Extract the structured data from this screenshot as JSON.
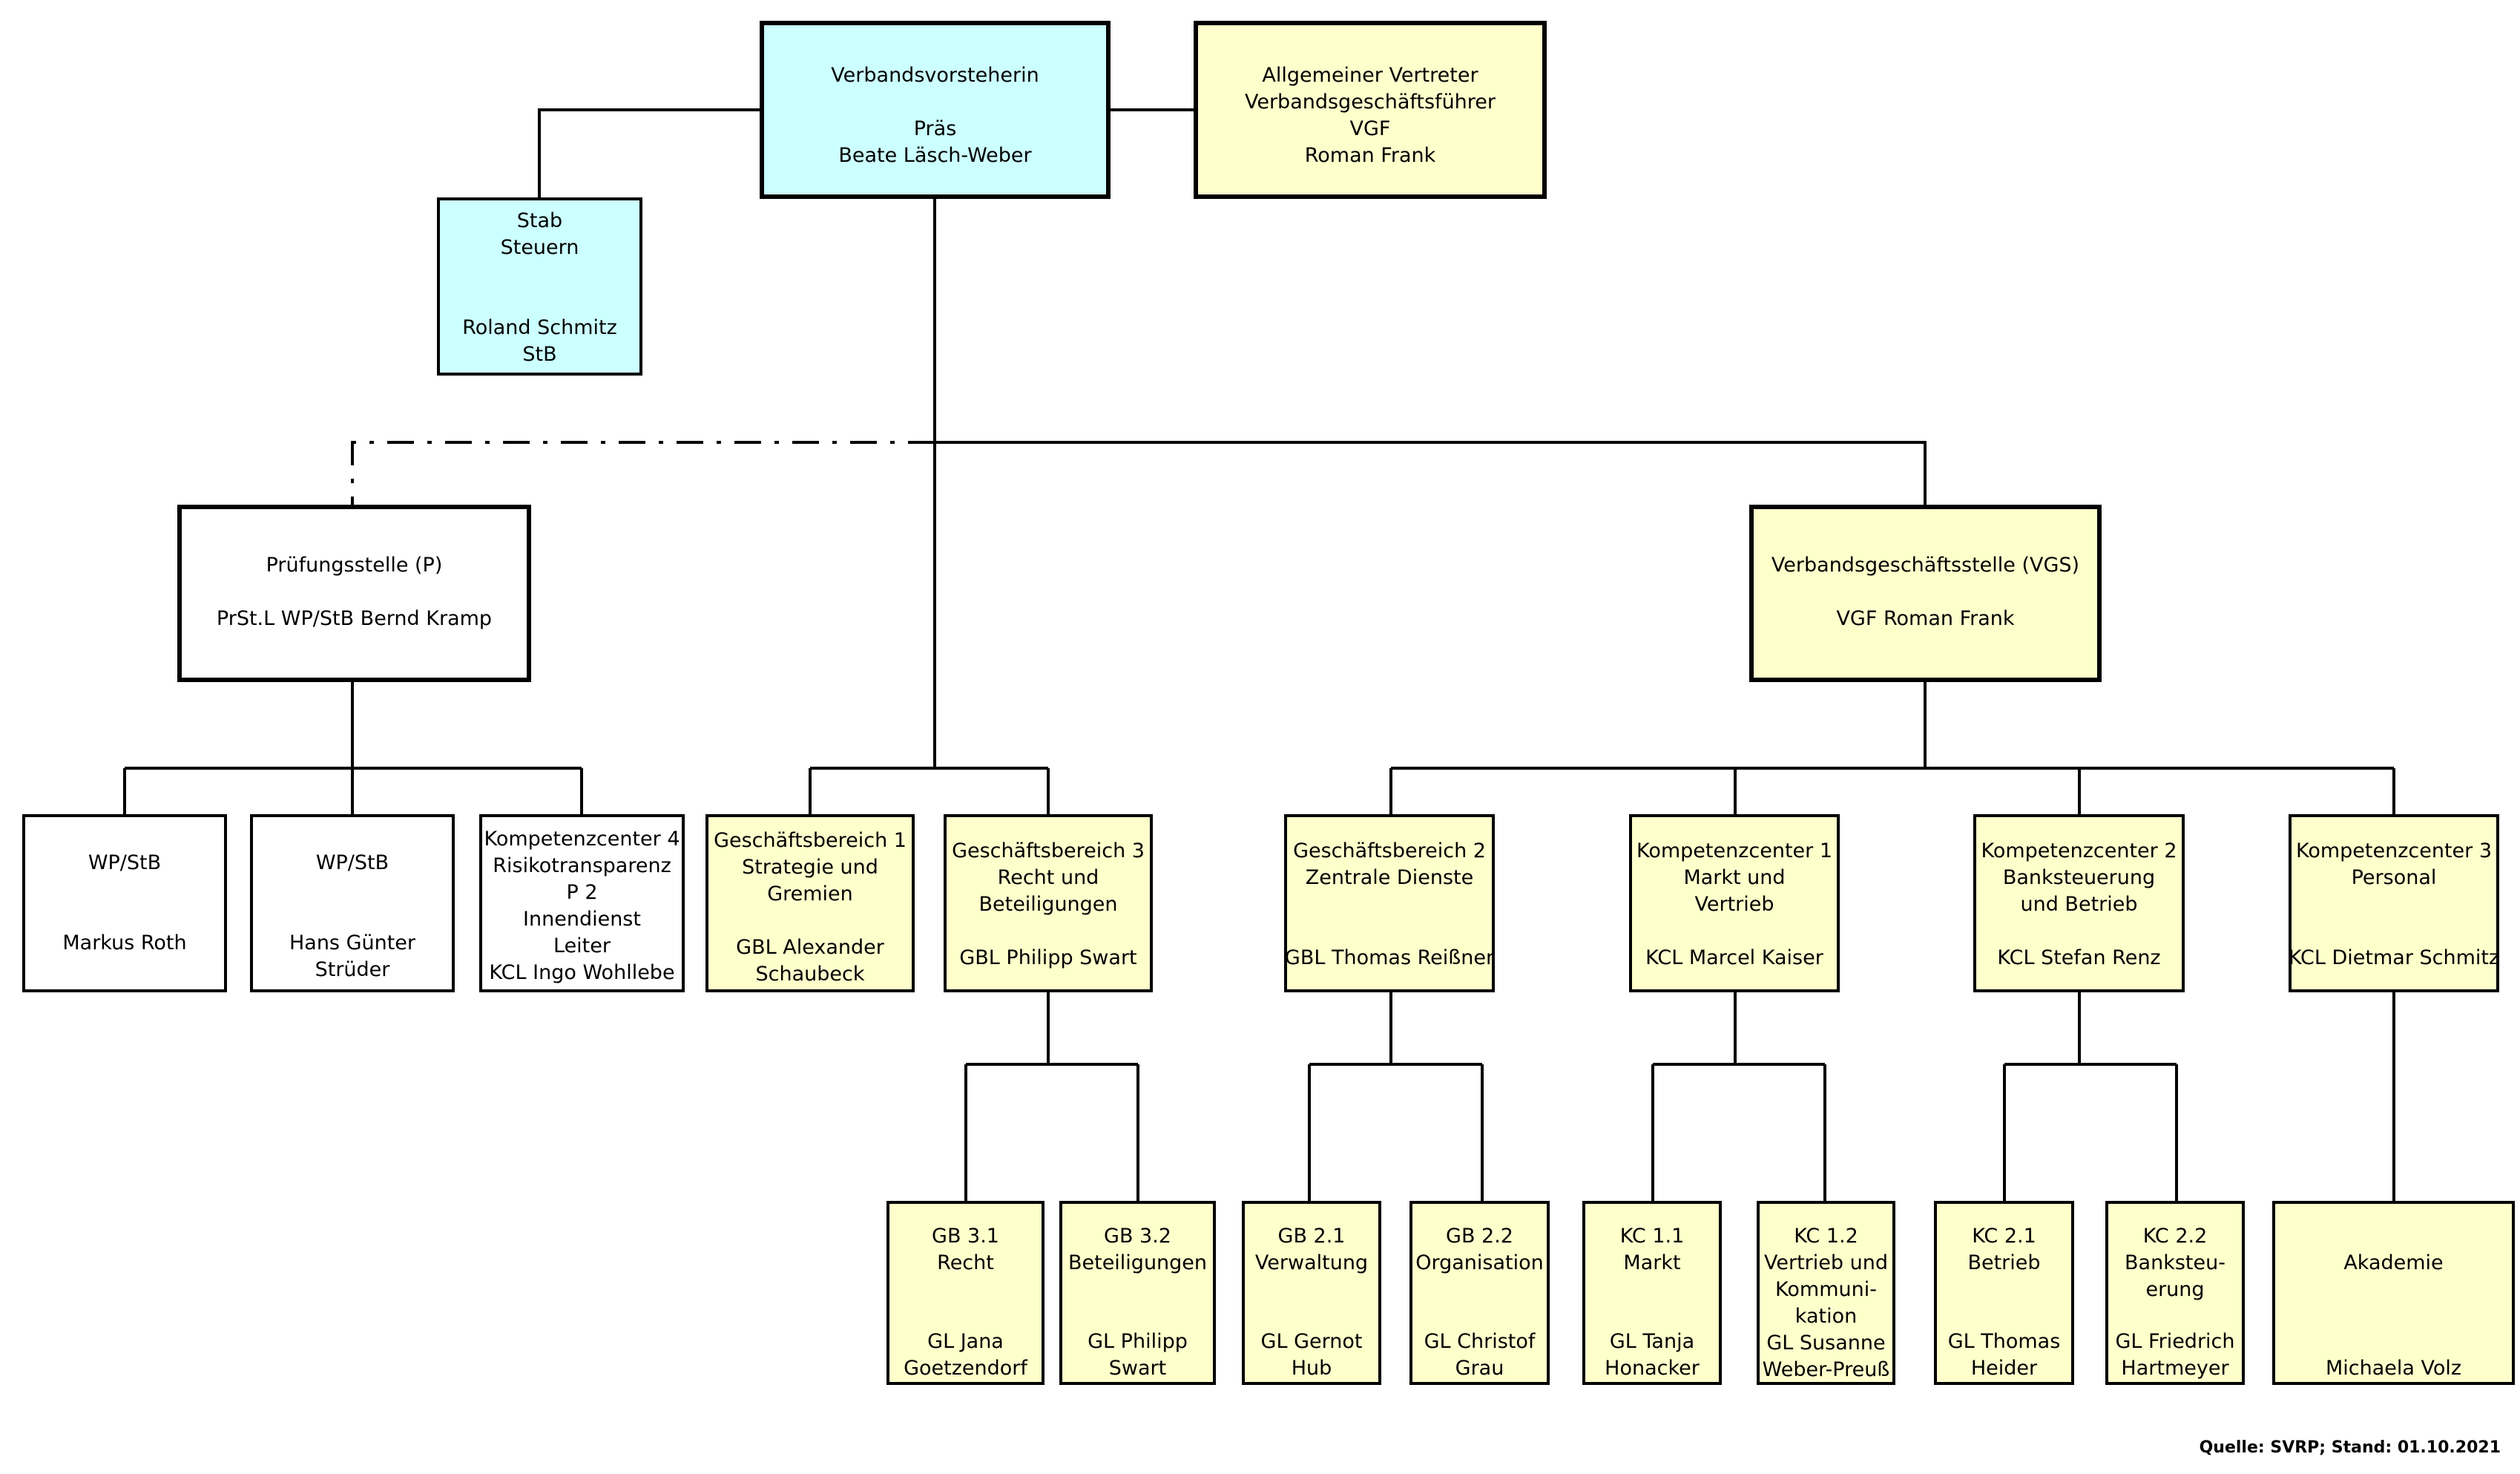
{
  "source": "Quelle: SVRP; Stand: 01.10.2021",
  "boxes": {
    "pres": [
      "Verbandsvorsteherin",
      "",
      "Präs",
      "Beate Läsch-Weber"
    ],
    "vertreter": [
      "Allgemeiner Vertreter",
      "Verbandsgeschäftsführer",
      "VGF",
      "Roman Frank"
    ],
    "stab": [
      "Stab",
      "Steuern",
      "",
      "",
      "Roland Schmitz",
      "StB"
    ],
    "pruef": [
      "Prüfungsstelle (P)",
      "",
      "PrSt.L WP/StB Bernd Kramp"
    ],
    "vgs": [
      "Verbandsgeschäftsstelle (VGS)",
      "",
      "VGF Roman Frank"
    ],
    "wp1": [
      "WP/StB",
      "",
      "",
      "Markus Roth"
    ],
    "wp2": [
      "WP/StB",
      "",
      "",
      "Hans Günter",
      "Strüder"
    ],
    "kc4": [
      "Kompetenzcenter 4",
      "Risikotransparenz",
      "P 2",
      "Innendienst",
      "Leiter",
      "KCL Ingo Wohllebe"
    ],
    "gb1": [
      "Geschäftsbereich 1",
      "Strategie und",
      "Gremien",
      "",
      "GBL Alexander",
      "Schaubeck"
    ],
    "gb3": [
      "Geschäftsbereich 3",
      "Recht und",
      "Beteiligungen",
      "",
      "GBL Philipp Swart"
    ],
    "gb2": [
      "Geschäftsbereich 2",
      "Zentrale Dienste",
      "",
      "",
      "GBL Thomas Reißner"
    ],
    "kc1": [
      "Kompetenzcenter 1",
      "Markt und",
      "Vertrieb",
      "",
      "KCL Marcel Kaiser"
    ],
    "kc2": [
      "Kompetenzcenter 2",
      "Banksteuerung",
      "und Betrieb",
      "",
      "KCL Stefan Renz"
    ],
    "kc3": [
      "Kompetenzcenter 3",
      "Personal",
      "",
      "",
      "KCL Dietmar Schmitz"
    ],
    "gb31": [
      "GB 3.1",
      "Recht",
      "",
      "",
      "GL Jana",
      "Goetzendorf"
    ],
    "gb32": [
      "GB 3.2",
      "Beteiligungen",
      "",
      "",
      "GL Philipp",
      "Swart"
    ],
    "gb21": [
      "GB 2.1",
      "Verwaltung",
      "",
      "",
      "GL Gernot",
      "Hub"
    ],
    "gb22": [
      "GB 2.2",
      "Organisation",
      "",
      "",
      "GL Christof",
      "Grau"
    ],
    "kc11": [
      "KC 1.1",
      "Markt",
      "",
      "",
      "GL Tanja",
      "Honacker"
    ],
    "kc12": [
      "KC 1.2",
      "Vertrieb und",
      "Kommuni-",
      "kation",
      "GL Susanne",
      "Weber-Preuß"
    ],
    "kc21": [
      "KC 2.1",
      "Betrieb",
      "",
      "",
      "GL Thomas",
      "Heider"
    ],
    "kc22": [
      "KC 2.2",
      "Banksteu-",
      "erung",
      "",
      "GL Friedrich",
      "Hartmeyer"
    ],
    "akad": [
      "Akademie",
      "",
      "",
      "",
      "Michaela Volz"
    ]
  },
  "colors": {
    "cyan": "#ccffff",
    "yellow": "#ffffcc",
    "white": "#ffffff",
    "line": "#000000"
  }
}
